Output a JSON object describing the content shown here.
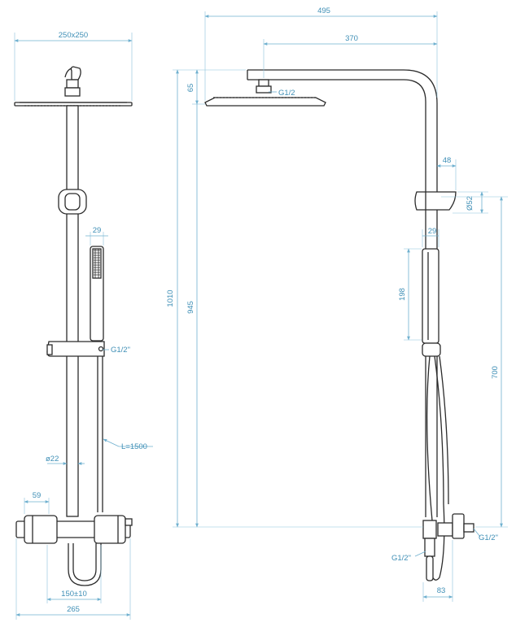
{
  "front_view": {
    "head_size": "250x250",
    "handshower_width": "29",
    "connection": "G1/2\"",
    "hose_length": "L=1500",
    "pipe_diameter": "ø22",
    "handle_width": "59",
    "inlet_spacing": "150±10",
    "overall_width": "265"
  },
  "side_view": {
    "overall_reach": "495",
    "arm_reach": "370",
    "head_offset": "65",
    "total_height": "1010",
    "head_height": "945",
    "holder_depth": "48",
    "holder_diameter": "Ø52",
    "handshower_depth": "29",
    "handshower_length": "198",
    "holder_height": "700",
    "head_connection": "G1/2",
    "inlet_connection": "G1/2\"",
    "outlet_connection": "G1/2\"",
    "mixer_depth": "83"
  },
  "colors": {
    "dimension": "#6fb0cf",
    "product": "#2b2b2b"
  }
}
